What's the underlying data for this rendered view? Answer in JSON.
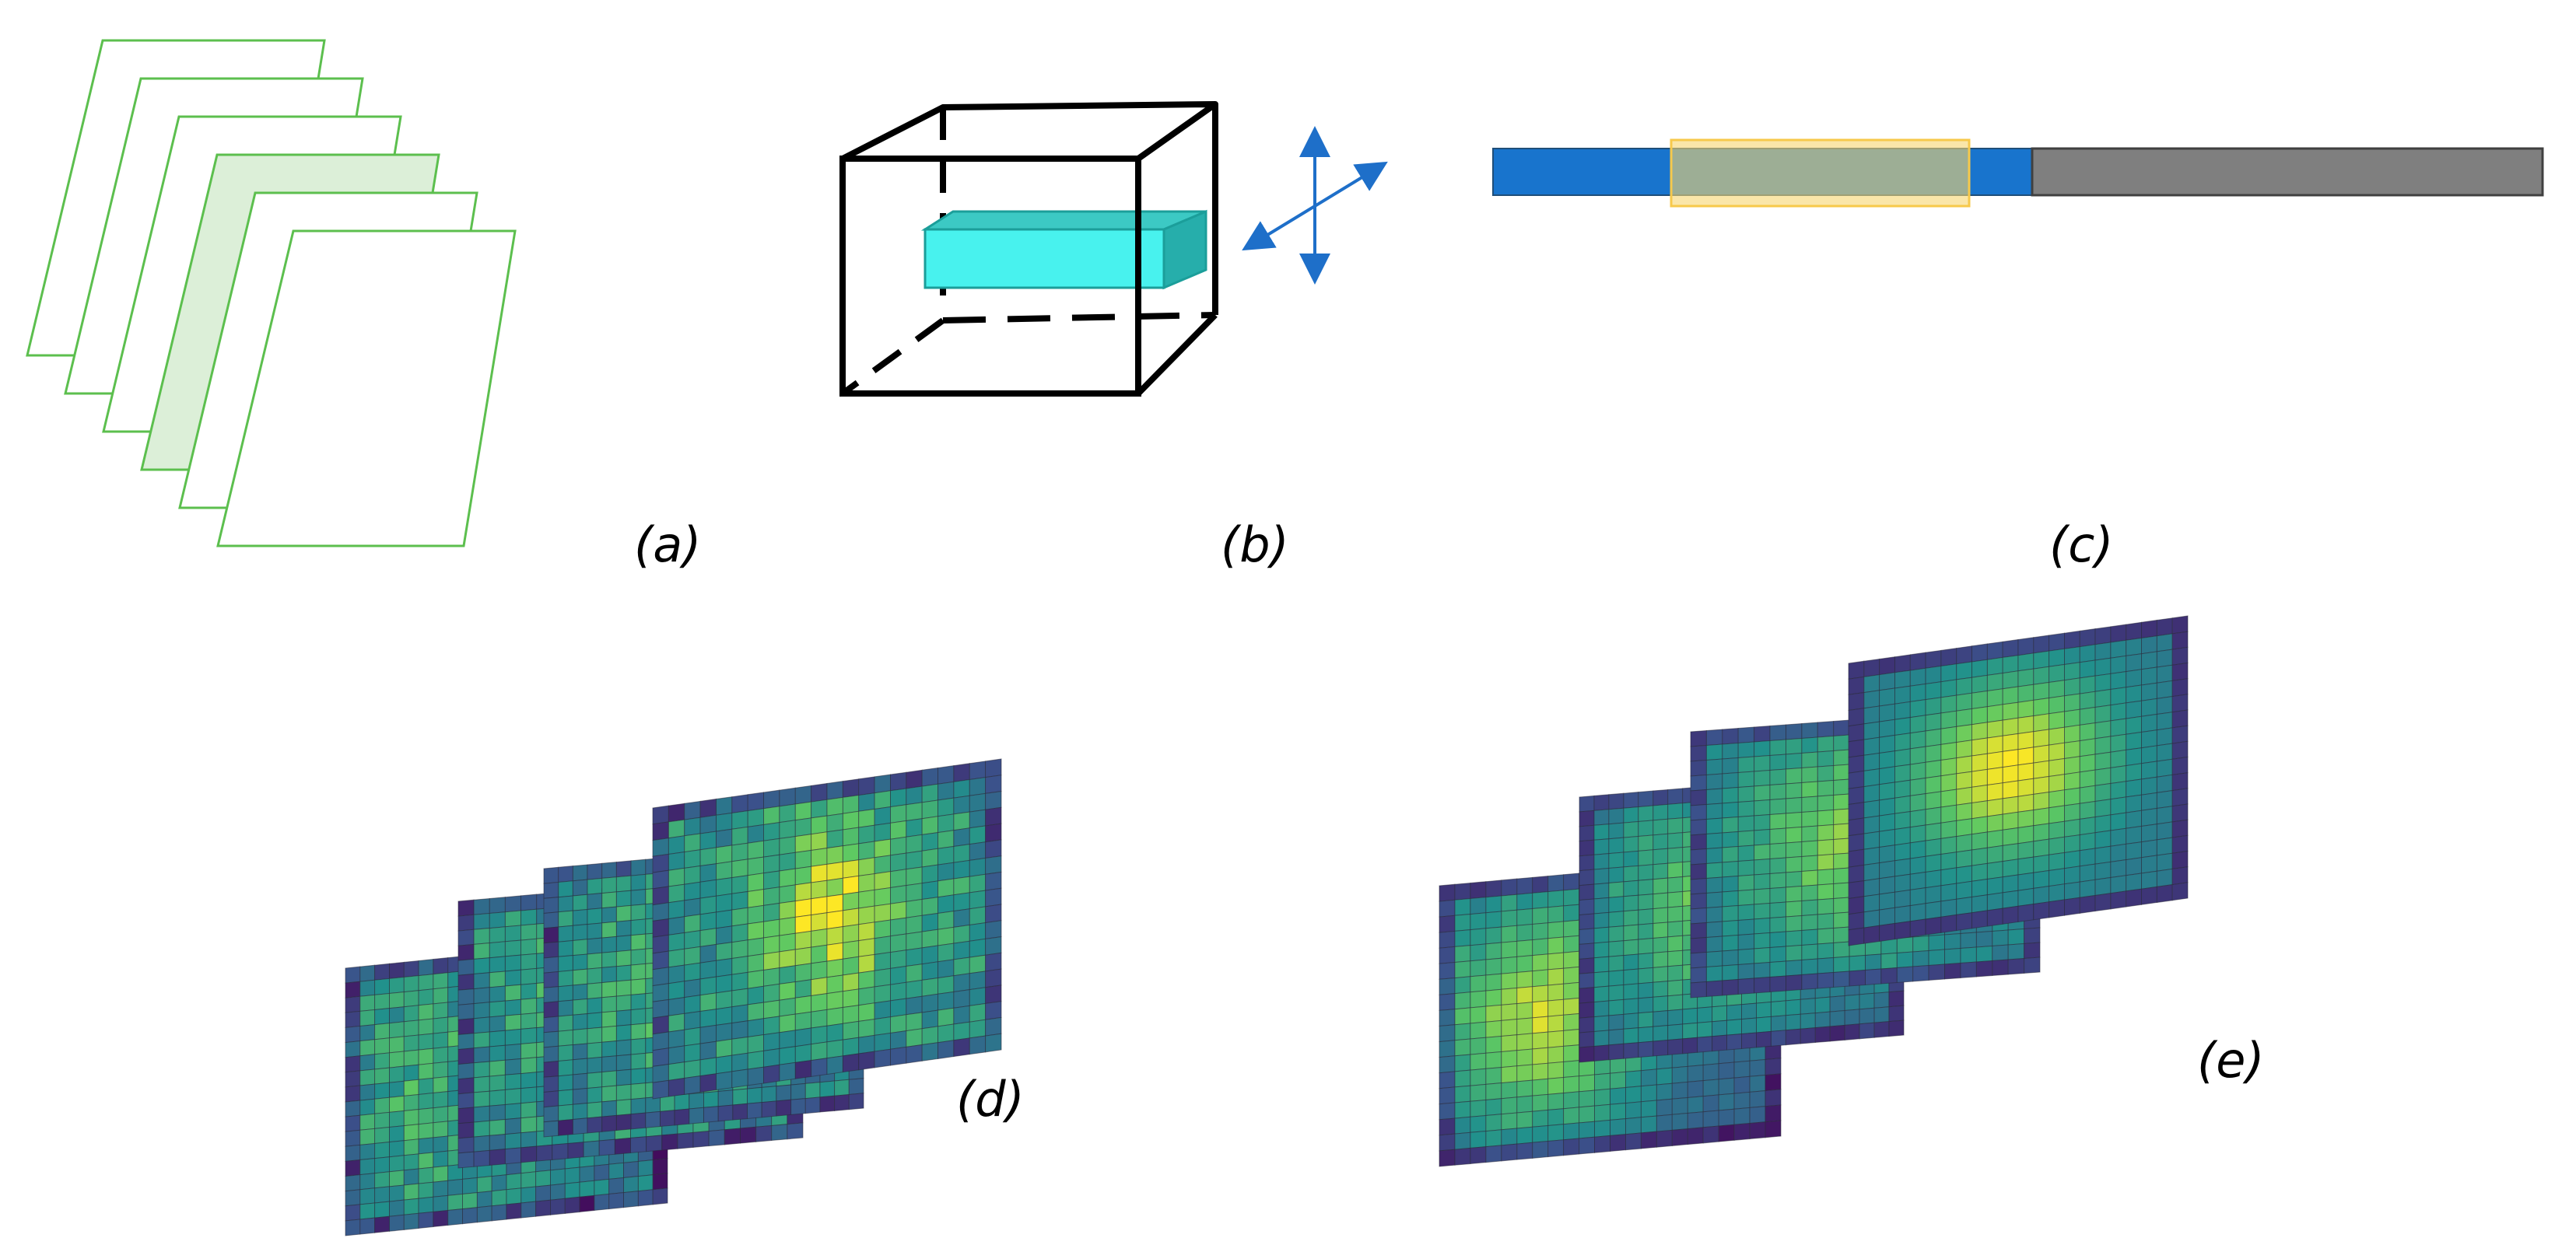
{
  "labels": {
    "a": "(a)",
    "b": "(b)",
    "c": "(c)",
    "d": "(d)",
    "e": "(e)"
  },
  "colors": {
    "sheet_outline": "#5cbf4e",
    "sheet_highlight_fill": "#dcefd8",
    "cube_edge": "#000000",
    "inner_box": "#48f2ee",
    "arrow": "#1e6fc9",
    "bar_blue": "#1874cd",
    "bar_gray": "#7f7f7f",
    "bar_highlight": "#f7d56f",
    "viridis": [
      "#440154",
      "#3b528b",
      "#21918c",
      "#5ec962",
      "#fde725"
    ]
  },
  "panels": {
    "a": {
      "sheets": 6,
      "highlighted_sheet": 4
    },
    "d": {
      "layers": 4,
      "grid": [
        22,
        18
      ]
    },
    "e": {
      "layers": 4,
      "grid": [
        22,
        18
      ]
    }
  }
}
